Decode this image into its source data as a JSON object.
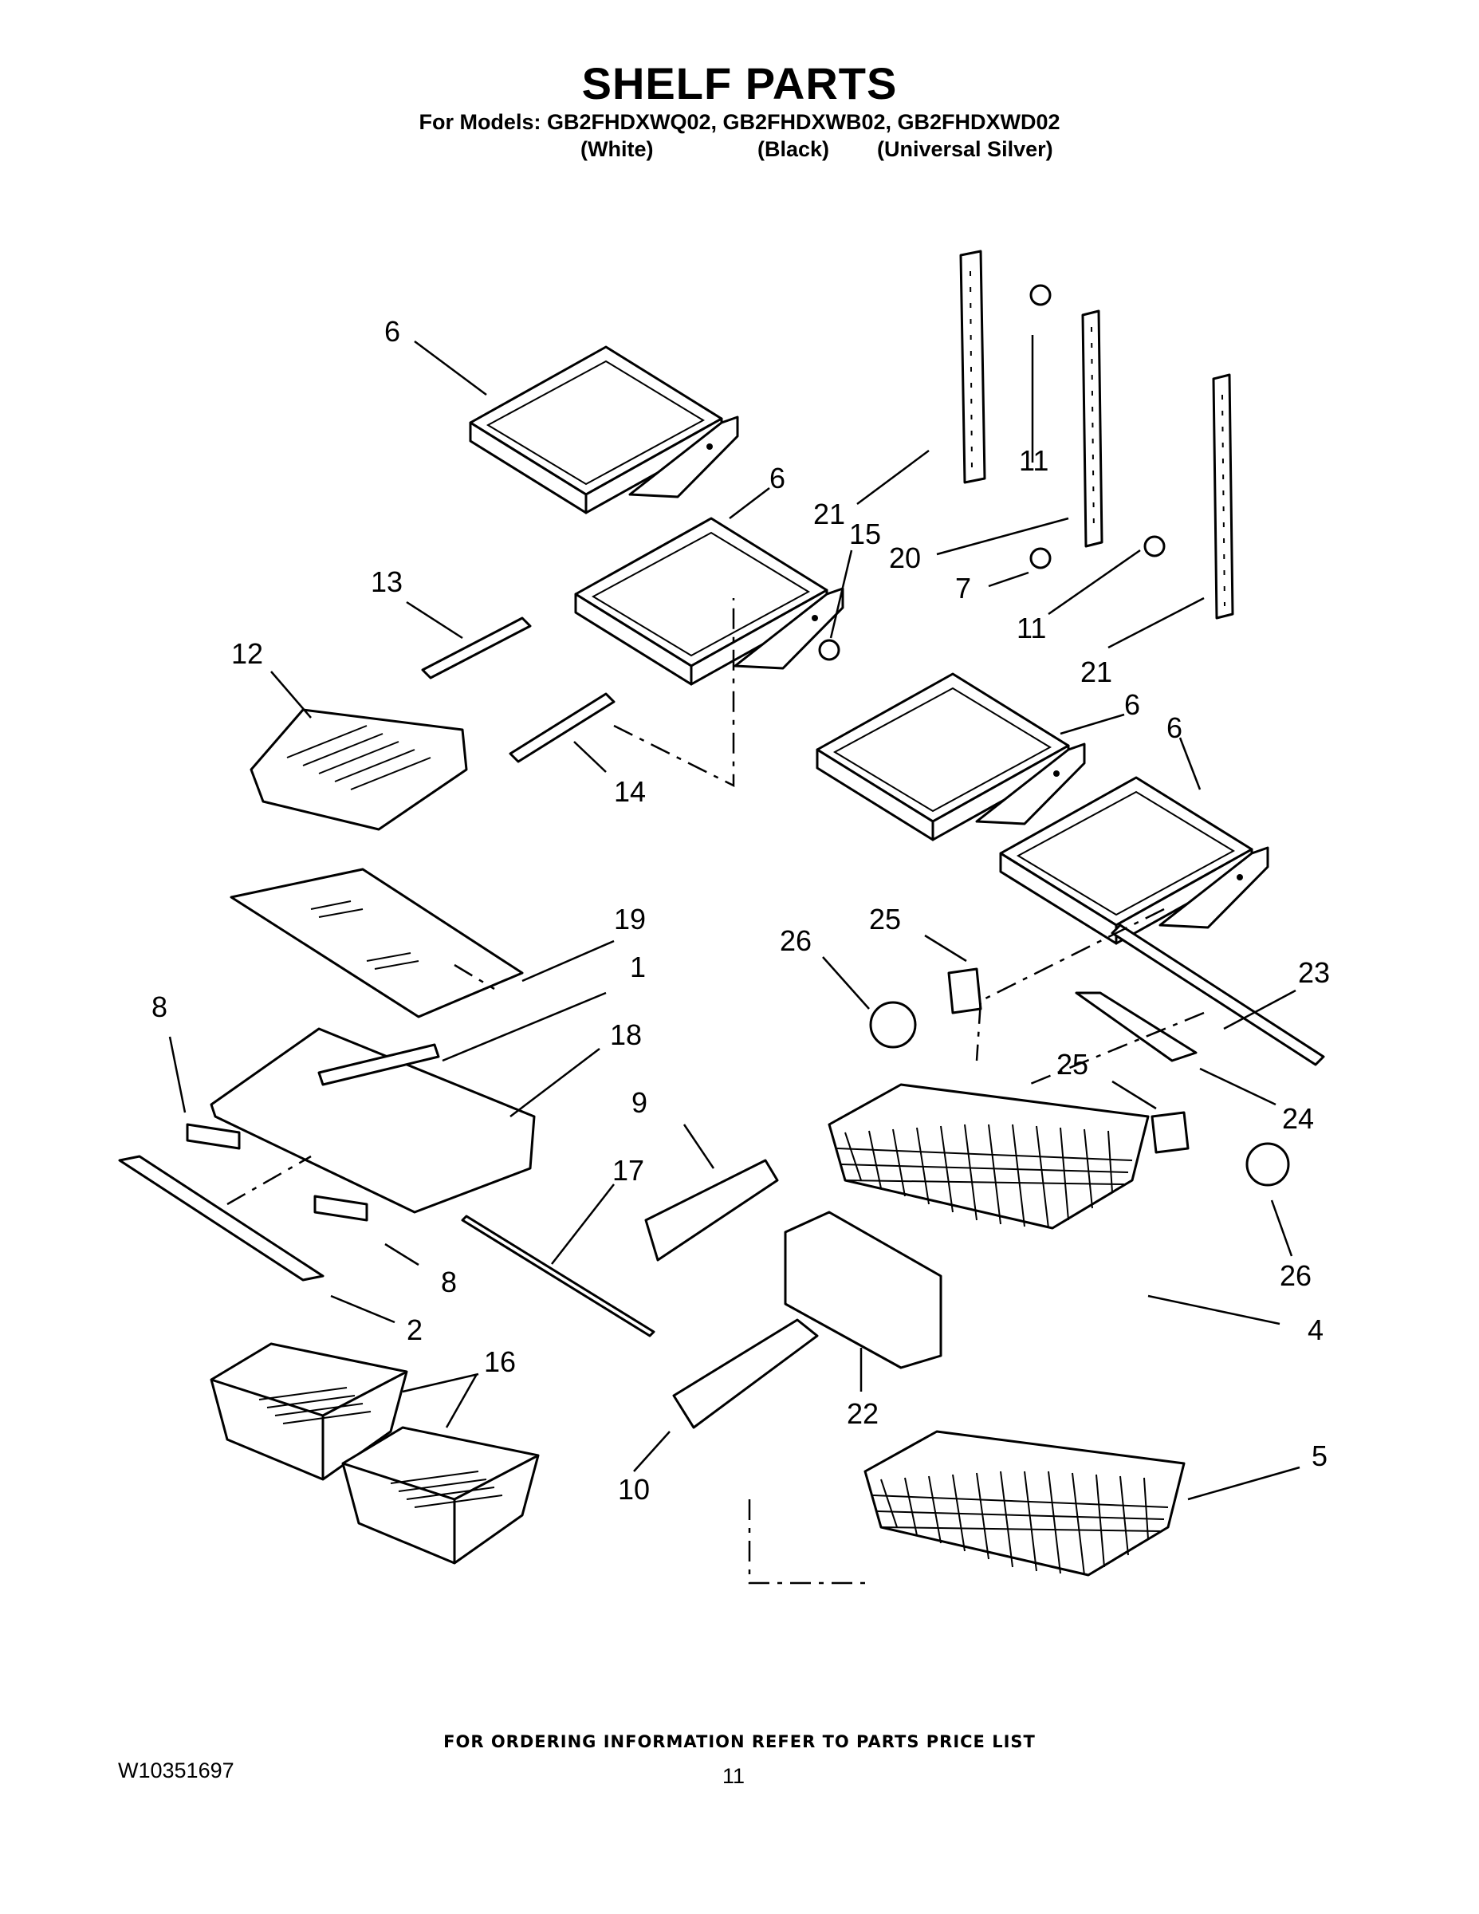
{
  "header": {
    "title": "SHELF PARTS",
    "models": "For Models: GB2FHDXWQ02, GB2FHDXWB02, GB2FHDXWD02",
    "variants": [
      "(White)",
      "(Black)",
      "(Universal Silver)"
    ]
  },
  "diagram": {
    "callouts": [
      "6",
      "6",
      "6",
      "6",
      "11",
      "11",
      "21",
      "21",
      "20",
      "15",
      "7",
      "13",
      "12",
      "14",
      "19",
      "1",
      "8",
      "8",
      "18",
      "2",
      "17",
      "9",
      "25",
      "25",
      "26",
      "26",
      "23",
      "24",
      "4",
      "22",
      "10",
      "16",
      "5"
    ]
  },
  "footer": {
    "ordering_note": "FOR ORDERING INFORMATION REFER TO PARTS PRICE LIST",
    "doc_number": "W10351697",
    "page_number": "11"
  }
}
